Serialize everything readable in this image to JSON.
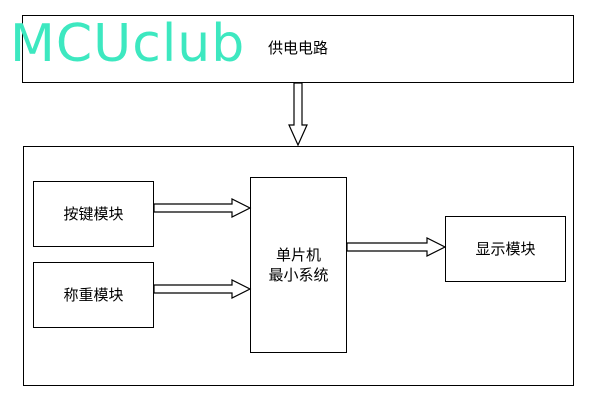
{
  "watermark": "MCUclub",
  "blocks": {
    "power": "供电电路",
    "keys": "按键模块",
    "weigh": "称重模块",
    "mcu_line1": "单片机",
    "mcu_line2": "最小系统",
    "display": "显示模块"
  },
  "colors": {
    "line": "#000000",
    "watermark": "#3de8c0"
  }
}
